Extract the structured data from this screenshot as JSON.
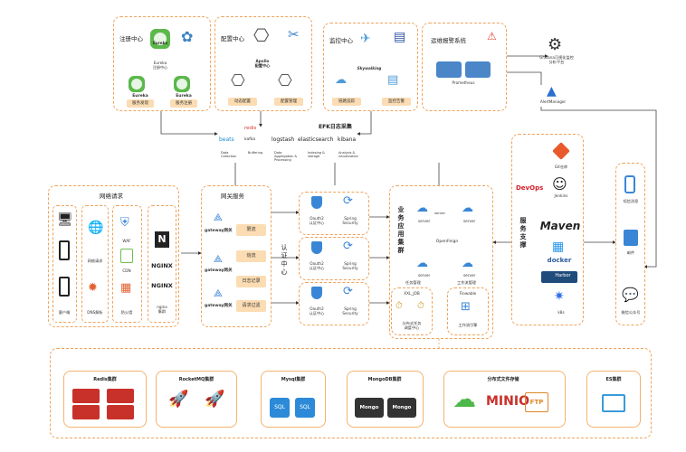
{
  "registry": {
    "title": "注册中心",
    "eureka": "Eureka",
    "eureka_center": "Eureka\n注册中心",
    "node_left": "Eureka",
    "node_right": "Eureka",
    "sub_left": "服务发现",
    "sub_right": "服务注册"
  },
  "config": {
    "title": "配置中心",
    "apollo": "Apollo\n配置中心",
    "sub_left": "动态配置",
    "sub_right": "配置管理"
  },
  "monitor": {
    "title": "监控中心",
    "skywalking": "Skywalking",
    "sub_left": "链路追踪",
    "sub_right": "监控告警"
  },
  "ops": {
    "title": "运维报警系统",
    "prometheus": "Prometheus"
  },
  "grafana": "Grafana可视化监控\n分析平台",
  "alertmanager": "AlertManager",
  "efk": {
    "title": "EFK日志采集",
    "beats": "beats",
    "redis": "redis",
    "kafka": "kafka",
    "logstash": "logstash",
    "elasticsearch": "elasticsearch",
    "kibana": "kibana",
    "s1": "Data\nCollection",
    "s2": "Buffering",
    "s3": "Data\nAggregation &\nProcessing",
    "s4": "Indexing &\nstorage",
    "s5": "Analysis &\nvisualization"
  },
  "request": {
    "title": "网络请求",
    "dns": "网络请求",
    "waf": "WAF",
    "cdn": "CDN",
    "client": "客户端",
    "dns_label": "DNS解析",
    "firewall": "防火墙",
    "nginx_cluster": "nginx\n集群",
    "nginx1": "NGINX",
    "nginx2": "NGINX"
  },
  "gateway": {
    "title": "网关服务",
    "name": "gateway网关",
    "t1": "限流",
    "t2": "熔流",
    "t3": "日志记录",
    "t4": "请求过滤"
  },
  "auth": {
    "vertical": "认证中心",
    "oauth": "Oauth2\n认证中心",
    "spring": "Spring\nSecurity"
  },
  "cluster": {
    "vertical": "业务应用集群",
    "server": "server",
    "openfeign": "OpenFeign",
    "task": "任务管理",
    "workflow": "工作流管理",
    "xxl": "XXL_JOB",
    "xxl_sub": "分布式任务\n调度中心",
    "flowable": "Flowable",
    "flowable_sub": "工作流引擎"
  },
  "devops": {
    "title": "DevOps",
    "vertical": "服务支撑",
    "git": "Git仓库",
    "jenkins": "Jenkins",
    "maven": "Maven",
    "docker": "docker",
    "harbor": "Harbor",
    "k8s": "k8s"
  },
  "notify": {
    "sms": "短信消息",
    "mail": "邮件",
    "wechat": "微信公众号"
  },
  "storage": {
    "redis": "Redis集群",
    "rocketmq": "RocketMQ集群",
    "mysql": "Mysql集群",
    "sql": "SQL",
    "mongodb": "MongoDB集群",
    "mongo": "Mongo",
    "file": "分布式文件存储",
    "minio": "MINIO",
    "ftp": "FTP",
    "es": "ES集群"
  }
}
